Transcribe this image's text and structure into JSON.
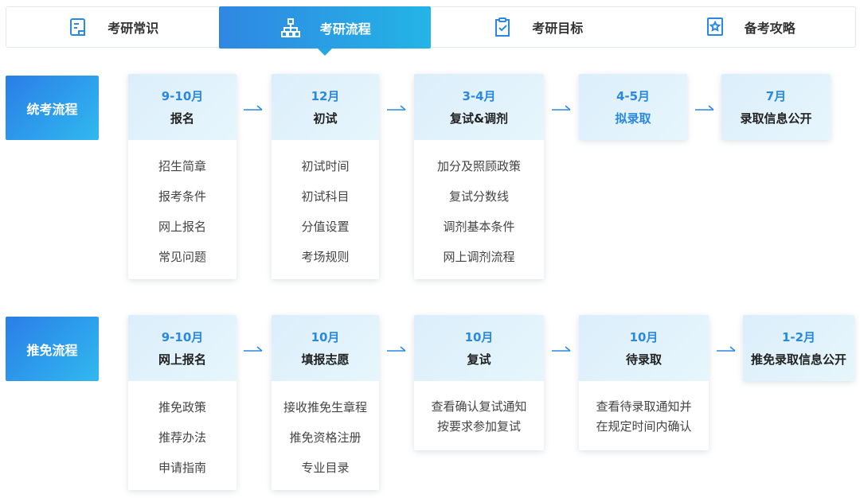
{
  "tabs": [
    {
      "label": "考研常识",
      "icon": "document-icon"
    },
    {
      "label": "考研流程",
      "icon": "flowchart-icon",
      "active": true
    },
    {
      "label": "考研目标",
      "icon": "clipboard-check-icon"
    },
    {
      "label": "备考攻略",
      "icon": "star-book-icon"
    }
  ],
  "unified": {
    "label": "统考流程",
    "steps": [
      {
        "time": "9-10月",
        "title": "报名",
        "items": [
          "招生简章",
          "报考条件",
          "网上报名",
          "常见问题"
        ]
      },
      {
        "time": "12月",
        "title": "初试",
        "items": [
          "初试时间",
          "初试科目",
          "分值设置",
          "考场规则"
        ]
      },
      {
        "time": "3-4月",
        "title": "复试&调剂",
        "items": [
          "加分及照顾政策",
          "复试分数线",
          "调剂基本条件",
          "网上调剂流程"
        ]
      },
      {
        "time": "4-5月",
        "title": "拟录取"
      },
      {
        "time": "7月",
        "title": "录取信息公开"
      }
    ]
  },
  "recommend": {
    "label": "推免流程",
    "steps": [
      {
        "time": "9-10月",
        "title": "网上报名",
        "items": [
          "推免政策",
          "推荐办法",
          "申请指南"
        ]
      },
      {
        "time": "10月",
        "title": "填报志愿",
        "items": [
          "接收推免生章程",
          "推免资格注册",
          "专业目录"
        ]
      },
      {
        "time": "10月",
        "title": "复试",
        "desc": [
          "查看确认复试通知",
          "按要求参加复试"
        ]
      },
      {
        "time": "10月",
        "title": "待录取",
        "desc": [
          "查看待录取通知并",
          "在规定时间内确认"
        ]
      },
      {
        "time": "1-2月",
        "title": "推免录取信息公开"
      }
    ]
  },
  "colors": {
    "accent": "#2a88e0",
    "tab_active_start": "#2f87e2",
    "tab_active_end": "#24b4e6"
  }
}
